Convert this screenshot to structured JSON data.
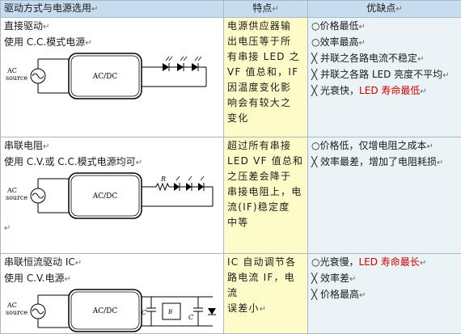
{
  "header": {
    "col1": "驱动方式与电源选用",
    "col2": "特点",
    "col3": "优缺点",
    "arrow": "↵"
  },
  "rows": [
    {
      "title": "直接驱动",
      "subtitle": "使用 C.C.模式电源",
      "circuit": {
        "source": [
          "AC",
          "source"
        ],
        "box": "AC/DC"
      },
      "features": [
        "电源供应器输",
        "出电压等于所",
        "有串接 LED 之",
        "VF 值总和，IF",
        "因温度变化影",
        "响会有较大之",
        "变化"
      ],
      "pros": [
        "○价格最低",
        "○效率最高"
      ],
      "cons": [
        {
          "pre": "╳ 并联之各路电流不稳定",
          "hl": "",
          "post": ""
        },
        {
          "pre": "╳ 并联之各路 LED 亮度不平均",
          "hl": "",
          "post": ""
        },
        {
          "pre": "╳ 光衰快，",
          "hl": "LED 寿命最低",
          "post": ""
        }
      ]
    },
    {
      "title": "串联电阻",
      "subtitle": "使用 C.V.或 C.C.模式电源均可",
      "circuit": {
        "source": [
          "AC",
          "source"
        ],
        "box": "AC/DC",
        "r": "R"
      },
      "features": [
        "超过所有串接",
        "LED VF 值总和",
        "之压差会降于",
        "串接电阻上，电",
        "流(IF)稳定度",
        "中等"
      ],
      "pros": [
        "○价格低，仅增电阻之成本"
      ],
      "cons": [
        {
          "pre": "╳ 效率最差，增加了电阻耗损",
          "hl": "",
          "post": ""
        }
      ]
    },
    {
      "title": "串联恒流驱动 IC",
      "subtitle": "使用 C.V.电源",
      "circuit": {
        "source": [
          "AC",
          "source"
        ],
        "box": "AC/DC",
        "c1": "C",
        "c2": "C"
      },
      "features": [
        "IC 自动调节各",
        "路电流 IF，电流",
        "误差小"
      ],
      "pros": [
        {
          "pre": "○光衰慢，",
          "hl": "LED 寿命最长"
        }
      ],
      "cons": [
        {
          "pre": "╳ 效率差",
          "hl": "",
          "post": ""
        },
        {
          "pre": "╳ 价格最高",
          "hl": "",
          "post": ""
        }
      ]
    }
  ]
}
